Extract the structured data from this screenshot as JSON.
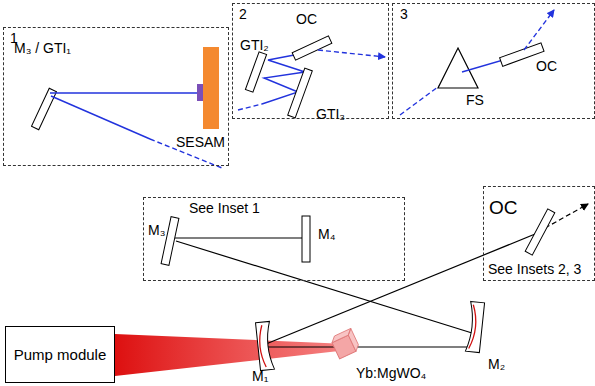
{
  "diagram": {
    "nodes": [
      {
        "text": [
          "1"
        ]
      },
      {
        "text": [
          "2"
        ]
      },
      {
        "text": [
          "3"
        ]
      },
      {
        "text": [
          "See Inset 1"
        ]
      },
      {
        "text": [
          "See Insets 2, 3"
        ]
      },
      {
        "text": [
          "Pump module"
        ]
      }
    ],
    "labels": [
      "M₃ / GTI₁",
      "SESAM",
      "OC",
      "GTI₂",
      "GTI₃",
      "OC",
      "FS",
      "M₃",
      "M₄",
      "OC",
      "M₁",
      "Yb:MgWO₄",
      "M₂"
    ]
  }
}
